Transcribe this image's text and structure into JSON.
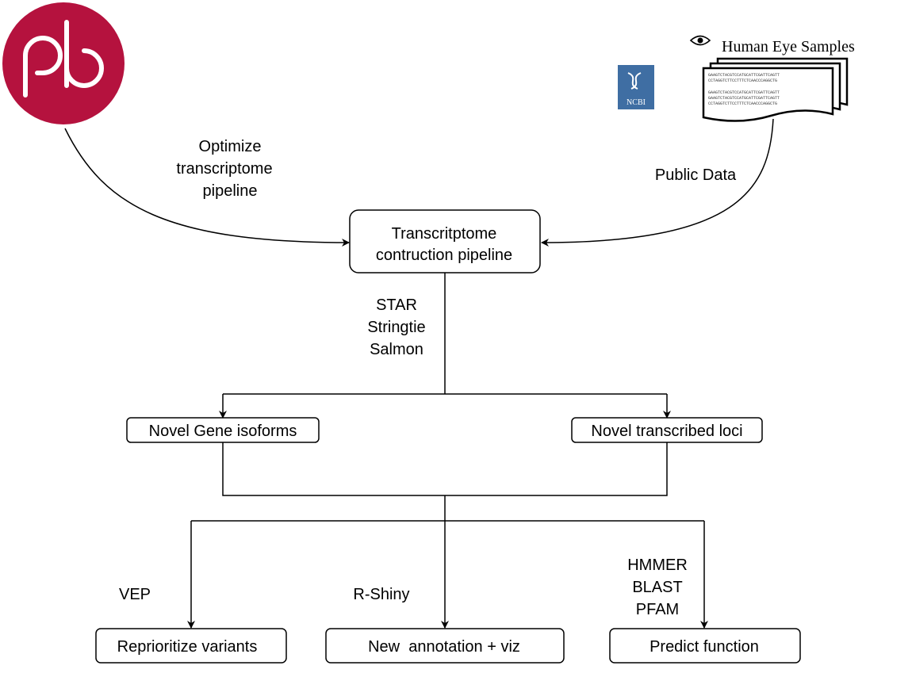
{
  "logos": {
    "pb": {
      "icon": "pb-logo",
      "color": "#b5123e",
      "text": "pb"
    },
    "ncbi": {
      "icon": "ncbi-logo",
      "color": "#3f6ea3",
      "text": "NCBI"
    }
  },
  "samples": {
    "label": "Human Eye Samples",
    "icon": "eye-icon",
    "doc_lines": [
      "GAAGTCTACGTCCATGCATTCGATTCAGTT",
      "CCTAGGTCTTCCTTTCTCAACCCAGGCTG",
      "GAAGTCTACGTCCATGCATTCGATTCAGTT",
      "GAAGTCTACGTCCATGCATTCGATTCAGTT",
      "CCTAGGTCTTCCTTTCTCAACCCAGGCTG"
    ]
  },
  "edges": {
    "optimize": [
      "Optimize",
      "transcriptome",
      "pipeline"
    ],
    "public_data": "Public Data",
    "pipeline_tools": [
      "STAR",
      "Stringtie",
      "Salmon"
    ],
    "vep": "VEP",
    "rshiny": "R-Shiny",
    "function_tools": [
      "HMMER",
      "BLAST",
      "PFAM"
    ]
  },
  "nodes": {
    "pipeline": [
      "Transcritptome",
      "contruction pipeline"
    ],
    "isoforms": "Novel Gene isoforms",
    "loci": "Novel transcribed loci",
    "variants": "Reprioritize variants",
    "annotation": "New  annotation + viz",
    "function": "Predict function"
  }
}
